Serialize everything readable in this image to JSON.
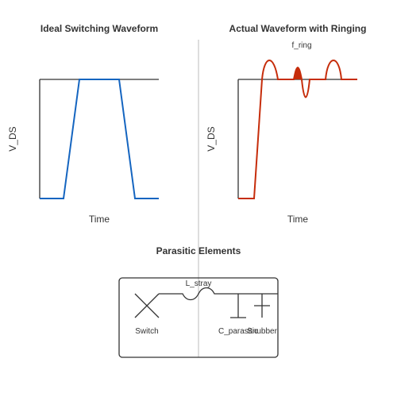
{
  "left_panel": {
    "title": "Ideal Switching Waveform",
    "xlabel": "Time",
    "ylabel": "V_DS",
    "color": "#1565c0"
  },
  "right_panel": {
    "title": "Actual Waveform with Ringing",
    "xlabel": "Time",
    "ylabel": "V_DS",
    "annotation": "f_ring",
    "color": "#c62d0b"
  },
  "bottom_panel": {
    "title": "Parasitic Elements",
    "labels": {
      "inductor": "L_stray",
      "switch": "Switch",
      "capacitor": "C_parasitic",
      "snubber": "Snubber"
    }
  },
  "colors": {
    "axis": "#333333",
    "divider": "#dddddd",
    "circuit": "#333333"
  }
}
